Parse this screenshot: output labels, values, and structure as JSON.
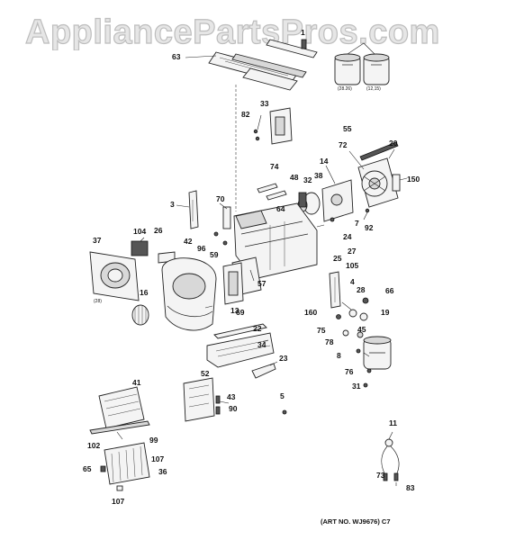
{
  "watermark": "AppliancePartsPros.com",
  "art_number": "(ART NO. WJ9676) C7",
  "small_labels": {
    "compressor_left": "(28.26)",
    "compressor_right": "(12,15)",
    "fan_side": "(28)"
  },
  "callouts": [
    "63",
    "1",
    "33",
    "82",
    "55",
    "20",
    "72",
    "14",
    "150",
    "74",
    "48",
    "38",
    "32",
    "64",
    "7",
    "92",
    "70",
    "3",
    "104",
    "37",
    "26",
    "42",
    "96",
    "59",
    "24",
    "27",
    "25",
    "105",
    "57",
    "16",
    "69",
    "13",
    "4",
    "66",
    "28",
    "160",
    "19",
    "75",
    "45",
    "78",
    "8",
    "76",
    "31",
    "22",
    "34",
    "23",
    "52",
    "43",
    "90",
    "41",
    "5",
    "99",
    "102",
    "107",
    "65",
    "36",
    "11",
    "73",
    "83"
  ]
}
